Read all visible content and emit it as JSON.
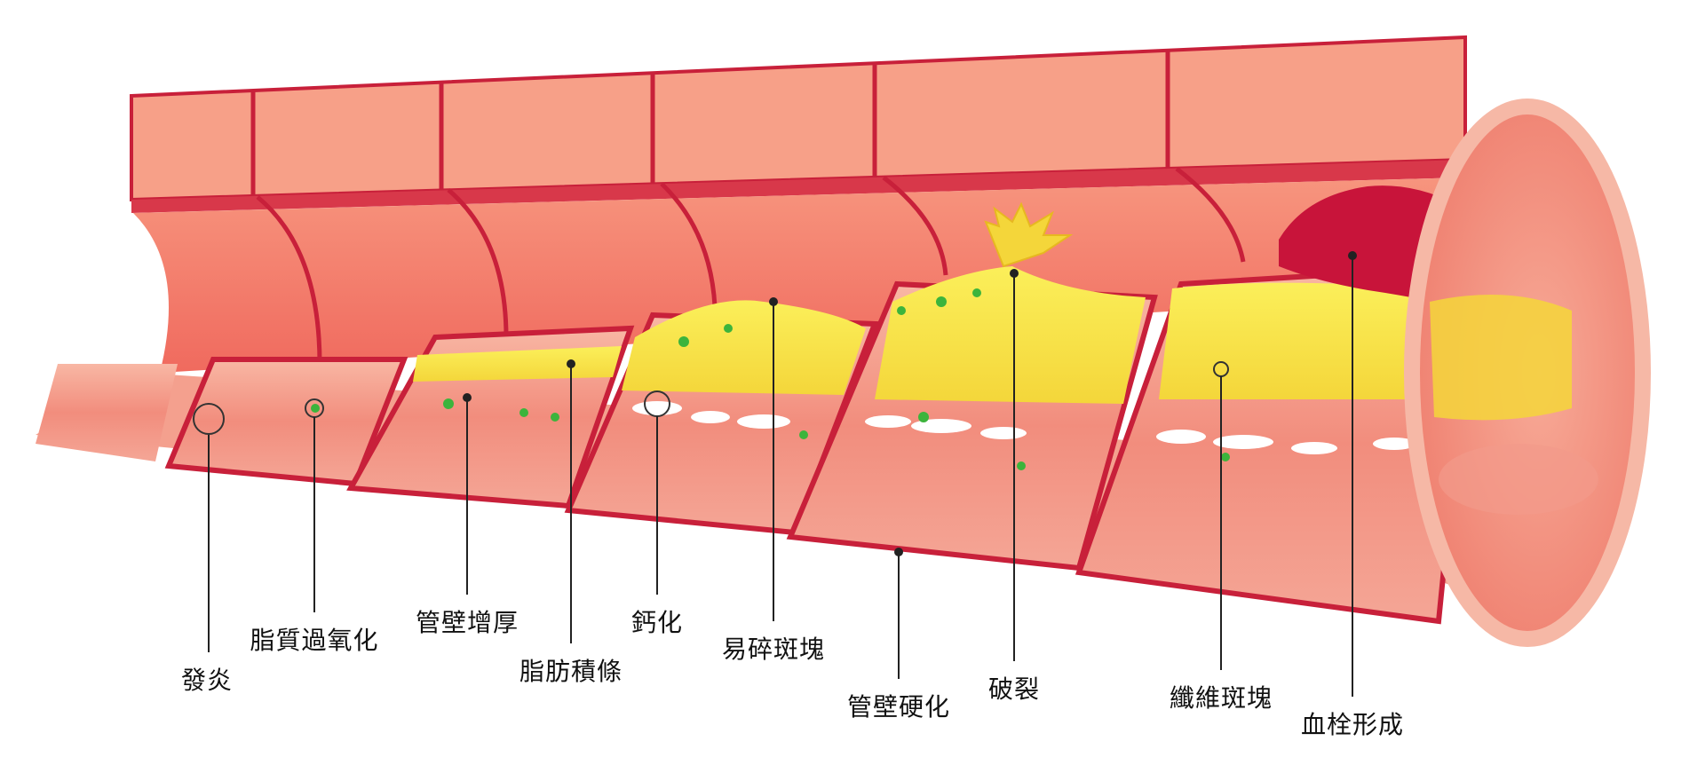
{
  "colors": {
    "wall_outer": "#F48A6E",
    "wall_top": "#F7A088",
    "wall_line": "#C8203A",
    "lumen": "#F26A5E",
    "lumen_dark": "#E34A4A",
    "section_face": "#F5AE9C",
    "section_mid": "#F08C7C",
    "plaque": "#FAE94A",
    "plaque_dark": "#F2CC2A",
    "thrombus": "#C8143A",
    "calcium": "#FFFFFF",
    "green_dots": "#3CB43C",
    "label_text": "#111111",
    "leader_line": "#222222"
  },
  "labels": [
    {
      "key": "inflammation",
      "text": "發炎"
    },
    {
      "key": "lipid_peroxidation",
      "text": "脂質過氧化"
    },
    {
      "key": "wall_thickening",
      "text": "管壁增厚"
    },
    {
      "key": "fatty_streak",
      "text": "脂肪積條"
    },
    {
      "key": "calcification",
      "text": "鈣化"
    },
    {
      "key": "vulnerable_plaque",
      "text": "易碎斑塊"
    },
    {
      "key": "wall_hardening",
      "text": "管壁硬化"
    },
    {
      "key": "rupture",
      "text": "破裂"
    },
    {
      "key": "fibrous_plaque",
      "text": "纖維斑塊"
    },
    {
      "key": "thrombosis",
      "text": "血栓形成"
    }
  ]
}
